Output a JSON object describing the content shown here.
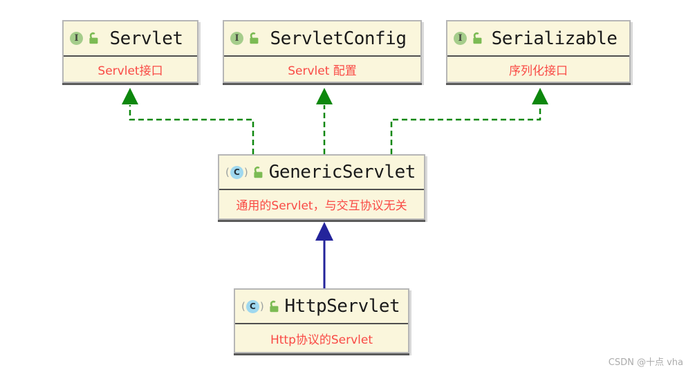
{
  "diagram": {
    "nodes": [
      {
        "id": "servlet",
        "kind": "interface",
        "badge_letter": "I",
        "name": "Servlet",
        "comment": "Servlet接口"
      },
      {
        "id": "servlet-config",
        "kind": "interface",
        "badge_letter": "I",
        "name": "ServletConfig",
        "comment": "Servlet 配置"
      },
      {
        "id": "serializable",
        "kind": "interface",
        "badge_letter": "I",
        "name": "Serializable",
        "comment": "序列化接口"
      },
      {
        "id": "generic-servlet",
        "kind": "class",
        "badge_letter": "C",
        "name": "GenericServlet",
        "comment": "通用的Servlet，与交互协议无关"
      },
      {
        "id": "http-servlet",
        "kind": "class",
        "badge_letter": "C",
        "name": "HttpServlet",
        "comment": "Http协议的Servlet"
      }
    ],
    "edges": [
      {
        "from": "GenericServlet",
        "to": "Servlet",
        "relation": "implements",
        "line": "dashed",
        "color": "#0d870d"
      },
      {
        "from": "GenericServlet",
        "to": "ServletConfig",
        "relation": "implements",
        "line": "dashed",
        "color": "#0d870d"
      },
      {
        "from": "GenericServlet",
        "to": "Serializable",
        "relation": "implements",
        "line": "dashed",
        "color": "#0d870d"
      },
      {
        "from": "HttpServlet",
        "to": "GenericServlet",
        "relation": "extends",
        "line": "solid",
        "color": "#24249b"
      }
    ],
    "palette": {
      "node_fill": "#faf6dc",
      "node_border": "#b6b6b6",
      "divider": "#4f4f4f",
      "title_text": "#1b1b1b",
      "comment_text": "#f94a45",
      "implements_green": "#0d870d",
      "extends_blue": "#24249b",
      "interface_badge_bg": "#a5cd8b",
      "class_badge_bg": "#9fd8ef",
      "lock_green": "#7cbb54",
      "watermark_gray": "#ababab"
    },
    "watermark": "CSDN @十点 vha"
  }
}
